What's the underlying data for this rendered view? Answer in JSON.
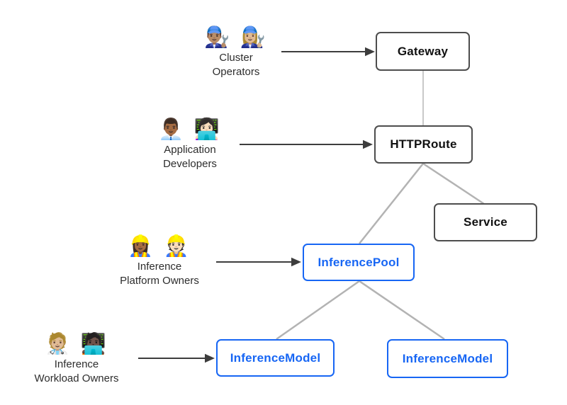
{
  "colors": {
    "resource-border": "#4d4d4d",
    "resource-text": "#111111",
    "accent": "#1766f4",
    "connector": "#b3b3b3",
    "connector-light": "#c9c9c9",
    "arrow": "#3d3d3d",
    "label-text": "#2d2d2d",
    "bg": "#ffffff"
  },
  "nodes": {
    "gateway": {
      "label": "Gateway",
      "style": "standard"
    },
    "httproute": {
      "label": "HTTPRoute",
      "style": "standard"
    },
    "service": {
      "label": "Service",
      "style": "standard"
    },
    "inference_pool": {
      "label": "InferencePool",
      "style": "extension"
    },
    "inference_model_1": {
      "label": "InferenceModel",
      "style": "extension"
    },
    "inference_model_2": {
      "label": "InferenceModel",
      "style": "extension"
    }
  },
  "personas": {
    "cluster_operators": {
      "emoji": "👨🏽‍🔧 👩🏼‍🔧",
      "emoji_names": [
        "man-mechanic-medium-skin",
        "woman-mechanic-medium-light-skin"
      ],
      "label_line1": "Cluster",
      "label_line2": "Operators",
      "points_to": "gateway"
    },
    "application_developers": {
      "emoji": "👨🏾‍💼 👩🏻‍💻",
      "emoji_names": [
        "man-office-worker-medium-dark-skin",
        "woman-technologist-light-skin"
      ],
      "label_line1": "Application",
      "label_line2": "Developers",
      "points_to": "httproute"
    },
    "inference_platform_owners": {
      "emoji": "👷🏾‍♀️ 👷🏻",
      "emoji_names": [
        "woman-construction-worker-medium-dark-skin",
        "construction-worker-light-skin"
      ],
      "label_line1": "Inference",
      "label_line2": "Platform Owners",
      "points_to": "inference_pool"
    },
    "inference_workload_owners": {
      "emoji": "🧑🏼‍⚕️ 🧑🏿‍💻",
      "emoji_names": [
        "health-worker-medium-light-skin",
        "technologist-dark-skin"
      ],
      "label_line1": "Inference",
      "label_line2": "Workload Owners",
      "points_to": "inference_model_1"
    }
  },
  "edges": [
    {
      "from": "gateway",
      "to": "httproute"
    },
    {
      "from": "httproute",
      "to": "service"
    },
    {
      "from": "httproute",
      "to": "inference_pool"
    },
    {
      "from": "inference_pool",
      "to": "inference_model_1"
    },
    {
      "from": "inference_pool",
      "to": "inference_model_2"
    }
  ]
}
